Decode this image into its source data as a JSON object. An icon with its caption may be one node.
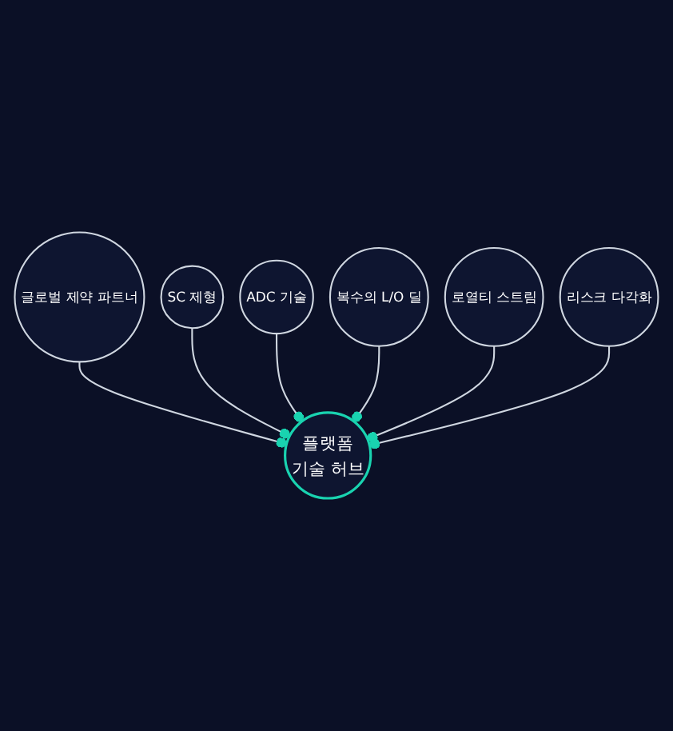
{
  "diagram": {
    "nodes": [
      {
        "text": [
          "글로벌 제약 파트너"
        ]
      },
      {
        "text": [
          "SC 제형"
        ]
      },
      {
        "text": [
          "ADC 기술"
        ]
      },
      {
        "text": [
          "플랫폼",
          "기술 허브"
        ]
      },
      {
        "text": [
          "복수의 L/O 딜"
        ]
      },
      {
        "text": [
          "로열티 스트림"
        ]
      },
      {
        "text": [
          "리스크 다각화"
        ]
      }
    ],
    "edges": [
      {
        "from": 0,
        "to": 3,
        "arrow": "other"
      },
      {
        "from": 1,
        "to": 3,
        "arrow": "other"
      },
      {
        "from": 2,
        "to": 3,
        "arrow": "other"
      },
      {
        "from": 4,
        "to": 3,
        "arrow": "other"
      },
      {
        "from": 5,
        "to": 3,
        "arrow": "other"
      },
      {
        "from": 6,
        "to": 3,
        "arrow": "other"
      }
    ]
  }
}
